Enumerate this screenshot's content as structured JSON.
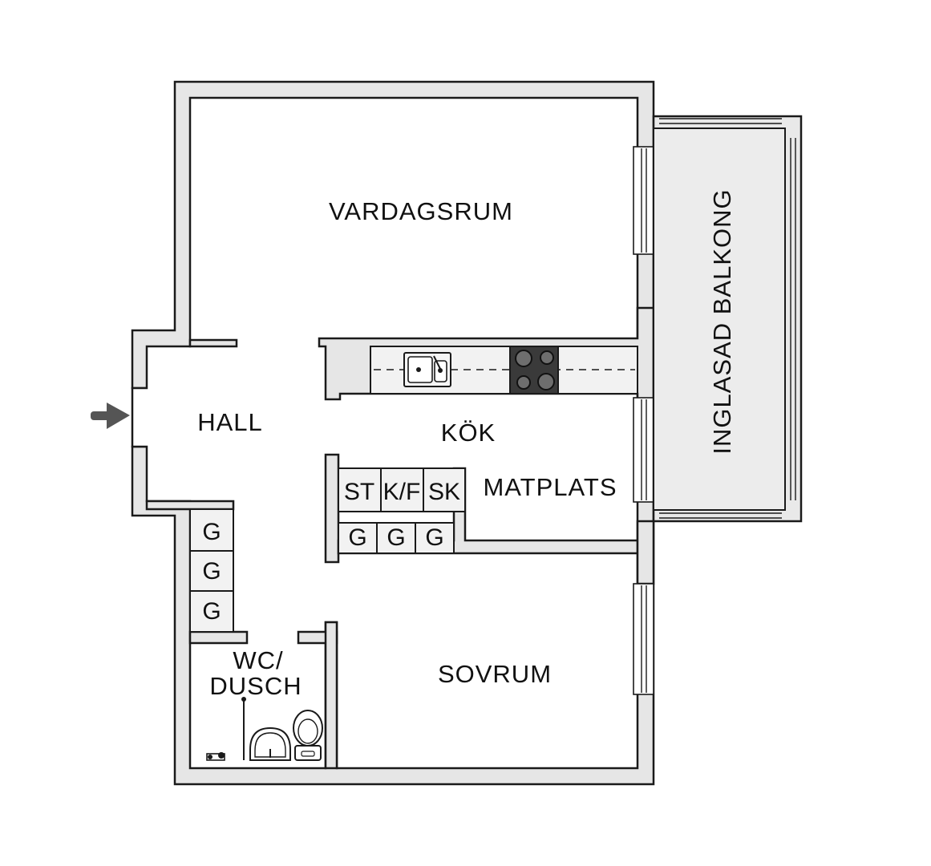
{
  "rooms": {
    "living": "VARDAGSRUM",
    "hall": "HALL",
    "kitchen": "KÖK",
    "dining": "MATPLATS",
    "bedroom": "SOVRUM",
    "bath_line1": "WC/",
    "bath_line2": "DUSCH",
    "balcony": "INGLASAD BALKONG"
  },
  "appliances": {
    "stove": "ST",
    "fridge_freezer": "K/F",
    "cabinet": "SK"
  },
  "wardrobe_label": "G",
  "colors": {
    "wall": "#e6e6e6",
    "stroke": "#1a1a1a",
    "cooktop": "#3a3a3a",
    "entry_arrow": "#555555"
  }
}
